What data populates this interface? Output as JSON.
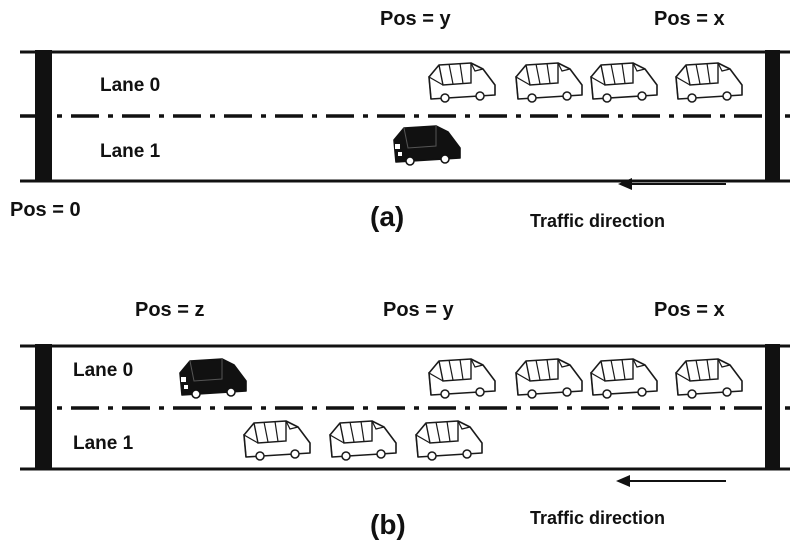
{
  "panel_a": {
    "label": "(a)",
    "pos_origin": "Pos = 0",
    "pos_y": "Pos = y",
    "pos_x": "Pos = x",
    "lane0": "Lane 0",
    "lane1": "Lane 1",
    "traffic": "Traffic direction"
  },
  "panel_b": {
    "label": "(b)",
    "pos_z": "Pos = z",
    "pos_y": "Pos = y",
    "pos_x": "Pos = x",
    "lane0": "Lane 0",
    "lane1": "Lane 1",
    "traffic": "Traffic direction"
  },
  "colors": {
    "road_line": "#111111",
    "car_outline": "#1a1a1a",
    "car_fill_light": "#ffffff",
    "car_fill_dark": "#111111"
  }
}
